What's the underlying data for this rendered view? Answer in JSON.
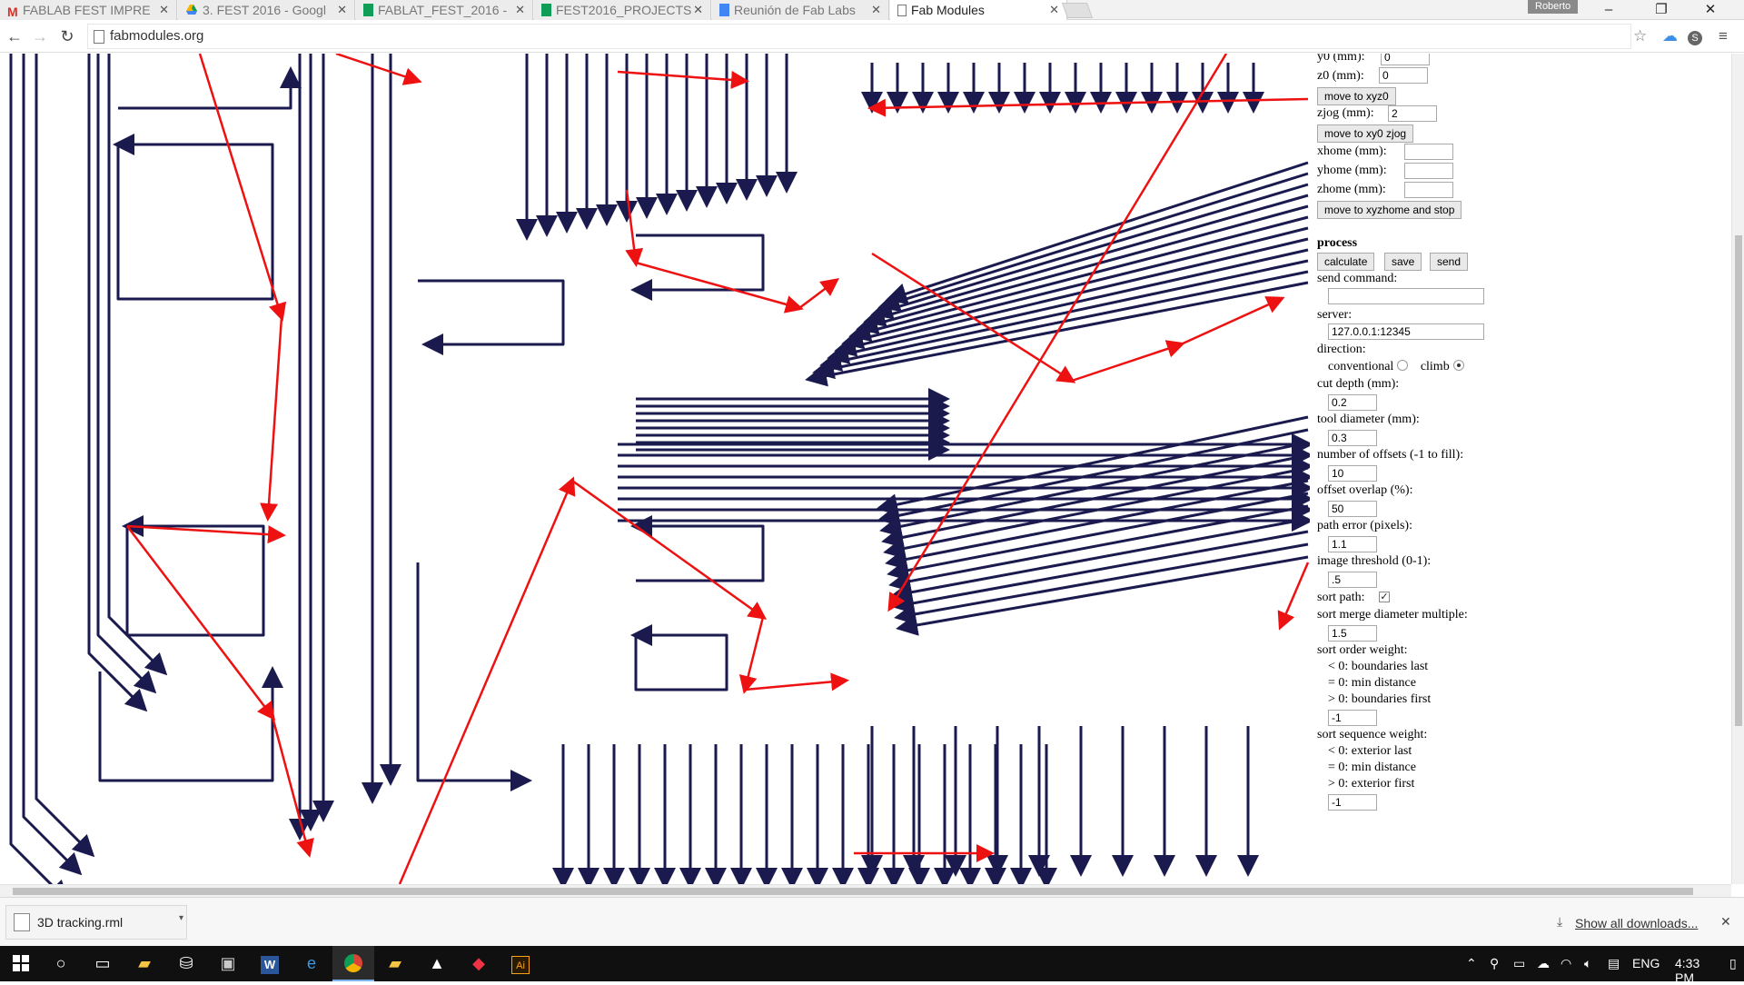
{
  "browser": {
    "tabs": [
      {
        "title": "FABLAB FEST IMPRE",
        "icon": "gmail-icon"
      },
      {
        "title": "3. FEST 2016 - Googl",
        "icon": "drive-icon"
      },
      {
        "title": "FABLAT_FEST_2016 -",
        "icon": "sheets-icon"
      },
      {
        "title": "FEST2016_PROJECTS",
        "icon": "sheets-icon"
      },
      {
        "title": "Reunión de Fab Labs",
        "icon": "docs-icon"
      },
      {
        "title": "Fab Modules",
        "icon": "page-icon",
        "active": true
      }
    ],
    "profile_name": "Roberto",
    "url": "fabmodules.org"
  },
  "panel": {
    "y0_label": "y0 (mm):",
    "y0_value": "0",
    "z0_label": "z0 (mm):",
    "z0_value": "0",
    "move_xyz0": "move to xyz0",
    "zjog_label": "zjog (mm):",
    "zjog_value": "2",
    "move_xy0_zjog": "move to xy0 zjog",
    "xhome_label": "xhome (mm):",
    "yhome_label": "yhome (mm):",
    "zhome_label": "zhome (mm):",
    "move_home": "move to xyzhome and stop",
    "process_heading": "process",
    "calculate": "calculate",
    "save": "save",
    "send": "send",
    "send_command_label": "send command:",
    "server_label": "server:",
    "server_value": "127.0.0.1:12345",
    "direction_label": "direction:",
    "conventional": "conventional",
    "climb": "climb",
    "cut_depth_label": "cut depth (mm):",
    "cut_depth_value": "0.2",
    "tool_diameter_label": "tool diameter (mm):",
    "tool_diameter_value": "0.3",
    "offsets_label": "number of offsets (-1 to fill):",
    "offsets_value": "10",
    "overlap_label": "offset overlap (%):",
    "overlap_value": "50",
    "path_error_label": "path error (pixels):",
    "path_error_value": "1.1",
    "threshold_label": "image threshold (0-1):",
    "threshold_value": ".5",
    "sort_path_label": "sort path:",
    "sort_merge_label": "sort merge diameter multiple:",
    "sort_merge_value": "1.5",
    "sort_order_label": "sort order weight:",
    "sort_order_opts": [
      "< 0: boundaries last",
      "= 0: min distance",
      "> 0: boundaries first"
    ],
    "sort_order_value": "-1",
    "sort_seq_label": "sort sequence weight:",
    "sort_seq_opts": [
      "< 0: exterior last",
      "= 0: min distance",
      "> 0: exterior first"
    ],
    "sort_seq_value": "-1"
  },
  "downloads": {
    "file_name": "3D tracking.rml",
    "show_all": "Show all downloads..."
  },
  "taskbar": {
    "language": "ENG",
    "time": "4:33 PM"
  },
  "colors": {
    "path": "#1a1a4e",
    "jump": "#ee1111"
  }
}
